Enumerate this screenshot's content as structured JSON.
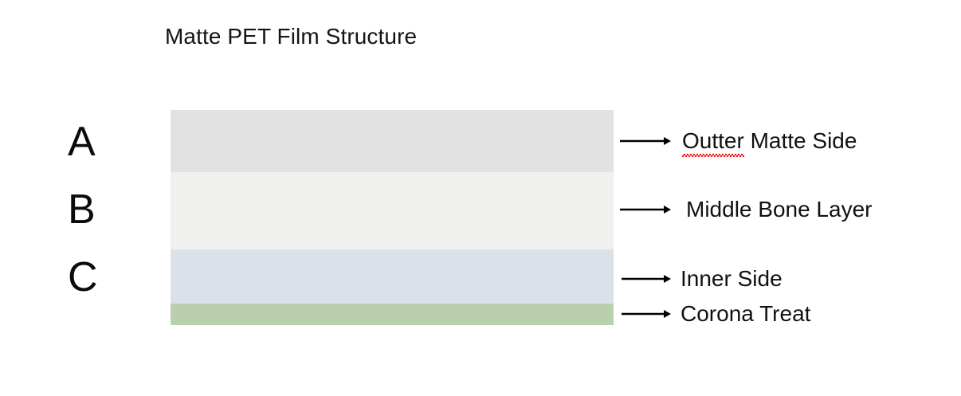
{
  "title": "Matte PET Film Structure",
  "background_color": "#FFFFFF",
  "layer_letters": [
    {
      "id": "a",
      "label": "A"
    },
    {
      "id": "b",
      "label": "B"
    },
    {
      "id": "c",
      "label": "C"
    }
  ],
  "chart_data": {
    "type": "bar",
    "title": "Matte PET Film Structure",
    "subtitle": "",
    "xlabel": "",
    "ylabel": "",
    "orientation": "stacked-horizontal-bands",
    "legend_position": "right-callouts",
    "grid": false,
    "categories": [
      "Outter Matte Side",
      "Middle Bone Layer",
      "Inner Side",
      "Corona Treat"
    ],
    "values": [
      78,
      97,
      68,
      27
    ],
    "value_unit": "px thickness",
    "colors": [
      "#E2E2E2",
      "#F0F0EF",
      "#DCE0E9",
      "#BACFAD"
    ],
    "group_labels": [
      "A",
      "B",
      "C",
      ""
    ],
    "annotations": [
      "A = Outter Matte Side",
      "B = Middle Bone Layer",
      "C = Inner Side",
      "Corona Treat"
    ]
  },
  "bands": [
    {
      "id": "outer",
      "name": "Outter Matte Side",
      "color": "#E2E2E2",
      "thickness": 78
    },
    {
      "id": "middle",
      "name": "Middle Bone Layer",
      "color": "#F0F0EF",
      "thickness": 97
    },
    {
      "id": "inner",
      "name": "Inner Side",
      "color": "#DCE0E9",
      "thickness": 68
    },
    {
      "id": "corona",
      "name": "Corona Treat",
      "color": "#BACFAD",
      "thickness": 27
    }
  ],
  "callouts": [
    {
      "id": "outer",
      "label_prefix": "Outter",
      "label_rest": " Matte Side",
      "misspelled": true,
      "arrow_length": 62,
      "arrow": "right-arrow-icon"
    },
    {
      "id": "middle",
      "label_prefix": "Middle Bone Layer",
      "label_rest": "",
      "misspelled": false,
      "arrow_length": 62,
      "arrow": "right-arrow-icon"
    },
    {
      "id": "inner",
      "label_prefix": "Inner Side",
      "label_rest": "",
      "misspelled": false,
      "arrow_length": 60,
      "arrow": "right-arrow-icon"
    },
    {
      "id": "corona",
      "label_prefix": "Corona Treat",
      "label_rest": "",
      "misspelled": false,
      "arrow_length": 60,
      "arrow": "right-arrow-icon"
    }
  ]
}
